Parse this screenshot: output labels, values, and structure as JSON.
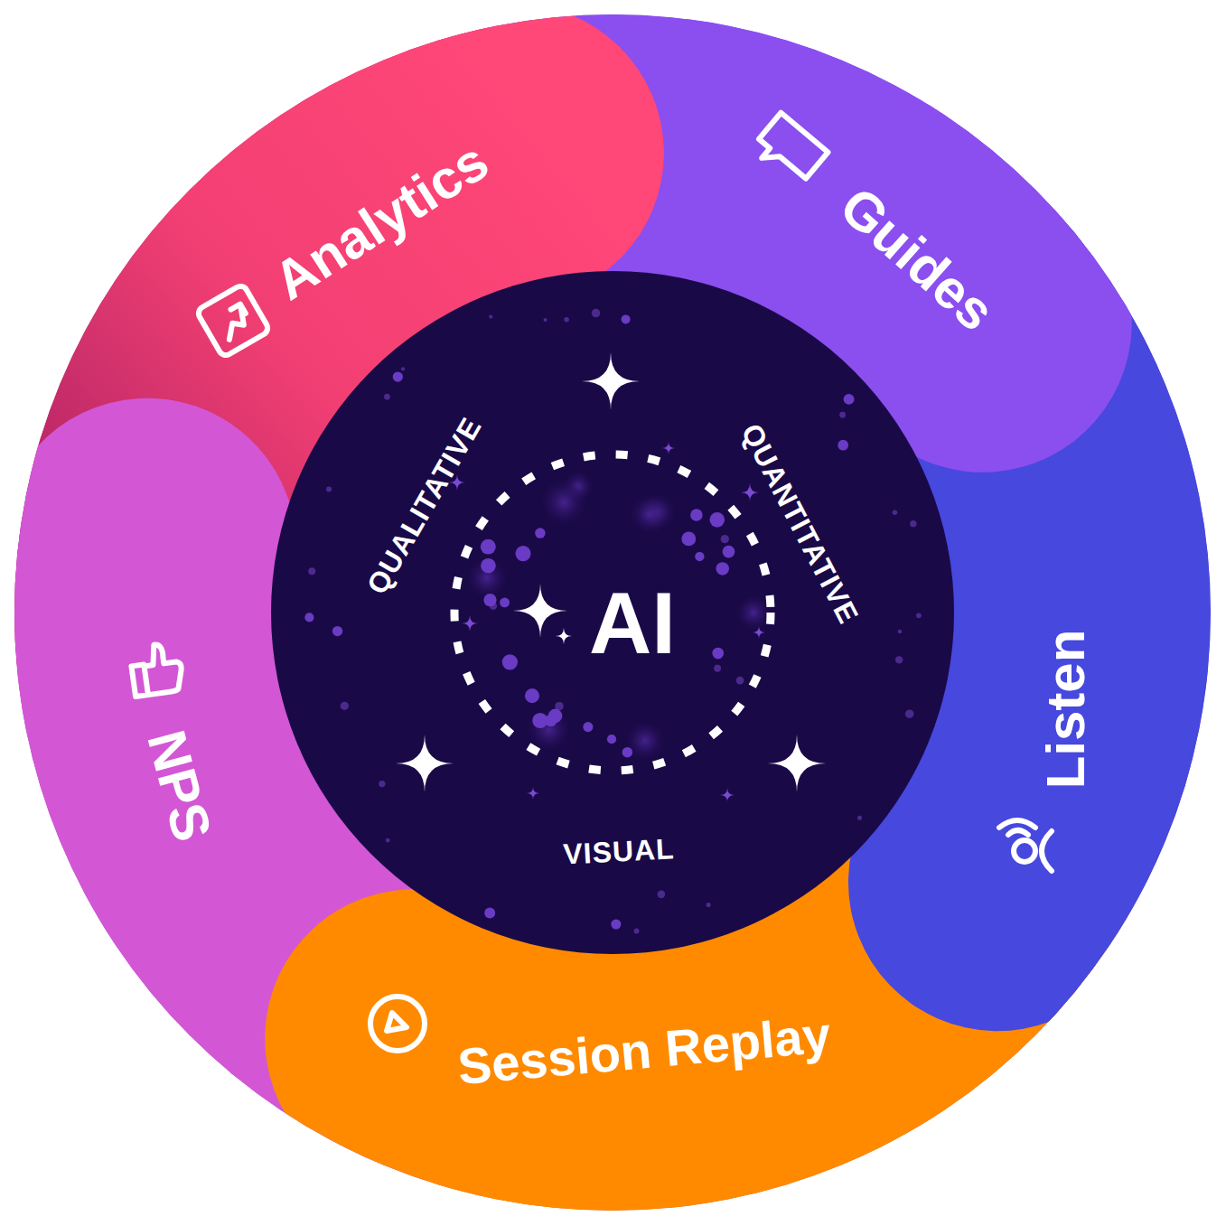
{
  "diagram": {
    "nodes": [
      {
        "text": [
          "Analytics"
        ]
      },
      {
        "text": [
          "Guides"
        ]
      },
      {
        "text": [
          "Listen"
        ]
      },
      {
        "text": [
          "Session Replay"
        ]
      },
      {
        "text": [
          "NPS"
        ]
      },
      {
        "text": [
          "QUALITATIVE",
          "QUANTITATIVE",
          "AI",
          "VISUAL"
        ]
      }
    ]
  }
}
